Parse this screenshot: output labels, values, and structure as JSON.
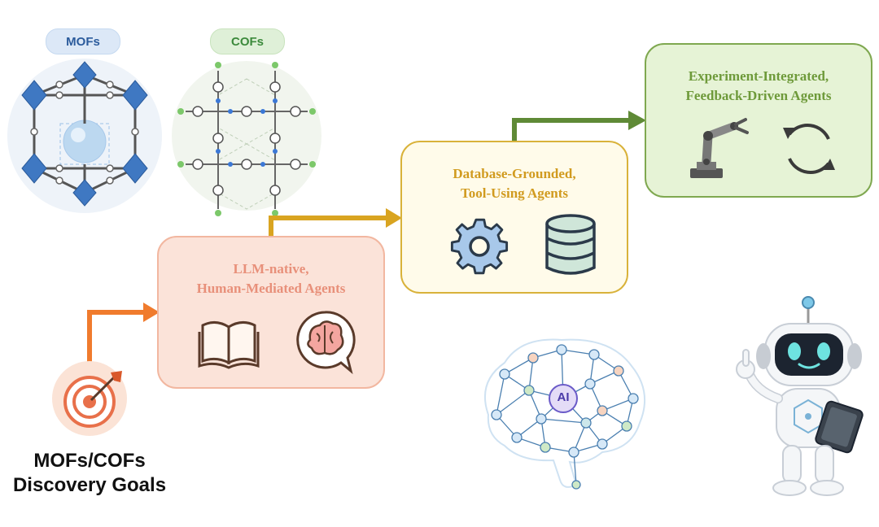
{
  "materials": {
    "mofs_label": "MOFs",
    "cofs_label": "COFs"
  },
  "goal": {
    "line1": "MOFs/COFs",
    "line2": "Discovery Goals"
  },
  "stages": [
    {
      "title_line1": "LLM-native,",
      "title_line2": "Human-Mediated Agents",
      "icons": [
        "book-icon",
        "brain-speech-icon"
      ],
      "color": "#f08a3c"
    },
    {
      "title_line1": "Database-Grounded,",
      "title_line2": "Tool-Using Agents",
      "icons": [
        "gear-icon",
        "database-icon"
      ],
      "color": "#d9a824"
    },
    {
      "title_line1": "Experiment-Integrated,",
      "title_line2": "Feedback-Driven Agents",
      "icons": [
        "robot-arm-icon",
        "refresh-cycle-icon"
      ],
      "color": "#6b8e3a"
    }
  ],
  "ai_brain": {
    "label": "AI"
  },
  "colors": {
    "mofs_pill_bg": "#dce8f7",
    "mofs_text": "#2b5b9c",
    "cofs_pill_bg": "#dff0d8",
    "cofs_text": "#3c8a3c",
    "stage1_bg": "#fbe3d9",
    "stage1_border": "#f2b7a0",
    "stage1_text": "#e8907a",
    "stage2_bg": "#fffbea",
    "stage2_border": "#d9b23a",
    "stage2_text": "#d19b1f",
    "stage3_bg": "#e6f3d6",
    "stage3_border": "#7fa850",
    "stage3_text": "#6e9a3a",
    "arrow1": "#f07b2d",
    "arrow2": "#d9a420",
    "arrow3": "#5f8a36"
  }
}
